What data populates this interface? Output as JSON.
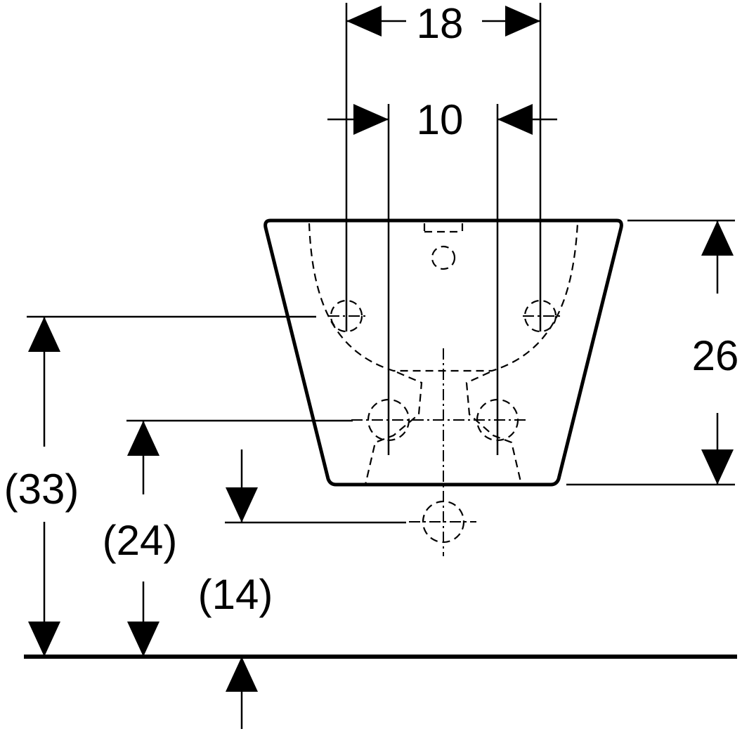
{
  "diagram": {
    "dimensions": {
      "top_width": "18",
      "inner_width": "10",
      "bowl_height": "26",
      "fixing_height_outer": "(33)",
      "fixing_height_inner": "(24)",
      "drain_height": "(14)"
    }
  }
}
